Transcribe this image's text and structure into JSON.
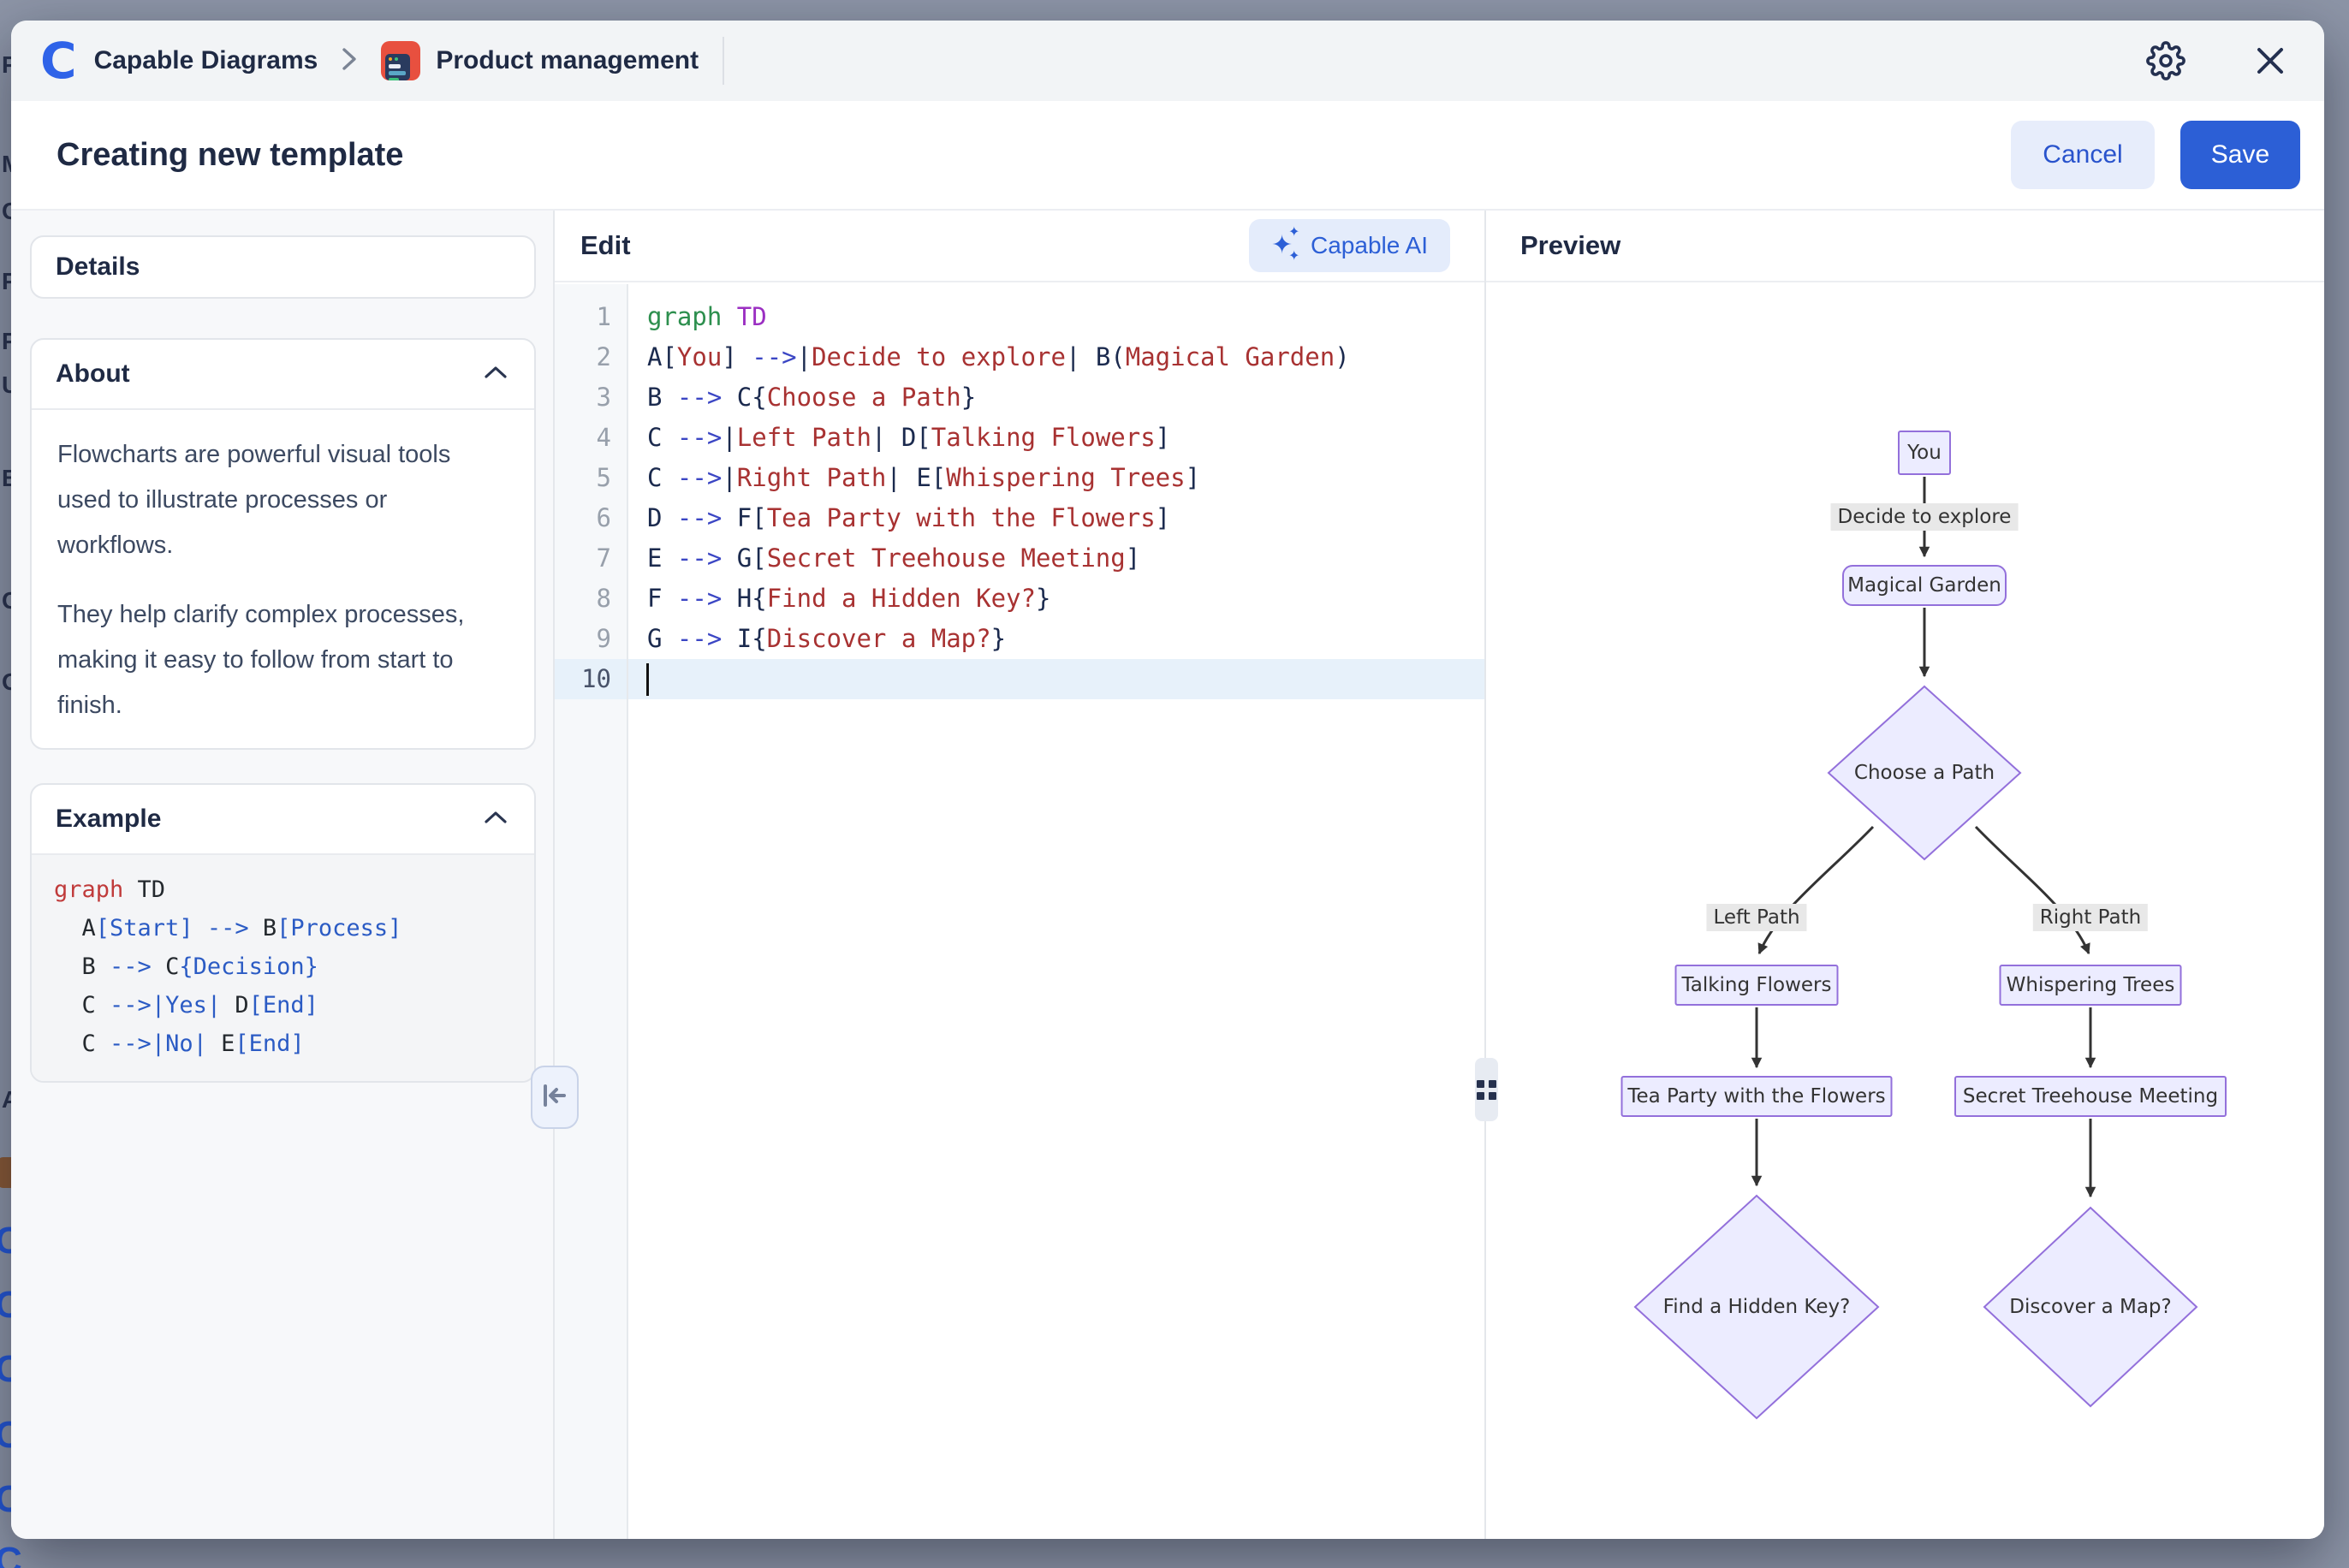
{
  "backdrop": {
    "fragments": [
      "Pr",
      "M",
      "Cl",
      "Pr",
      "Pr",
      "Ul",
      "By",
      "Ca",
      "O",
      "AF"
    ],
    "circles": [
      "C",
      "C",
      "C",
      "C",
      "C",
      "C"
    ]
  },
  "header": {
    "logo": "C",
    "app_name": "Capable Diagrams",
    "breadcrumb_item": "Product management"
  },
  "titlebar": {
    "title": "Creating new template",
    "cancel_label": "Cancel",
    "save_label": "Save"
  },
  "sidebar": {
    "details_title": "Details",
    "about": {
      "title": "About",
      "p1": "Flowcharts are powerful visual tools used to illustrate processes or workflows.",
      "p2": "They help clarify complex processes, making it easy to follow from start to finish."
    },
    "example": {
      "title": "Example",
      "code": [
        [
          [
            "graph",
            "kw"
          ],
          [
            " TD",
            "pl"
          ]
        ],
        [
          [
            "  A",
            "pl"
          ],
          [
            "[Start]",
            "bl"
          ],
          [
            " ",
            "pl"
          ],
          [
            "-->",
            "bl"
          ],
          [
            " B",
            "pl"
          ],
          [
            "[Process]",
            "bl"
          ]
        ],
        [
          [
            "  B ",
            "pl"
          ],
          [
            "-->",
            "bl"
          ],
          [
            " C",
            "pl"
          ],
          [
            "{Decision}",
            "bl"
          ]
        ],
        [
          [
            "  C ",
            "pl"
          ],
          [
            "-->",
            "bl"
          ],
          [
            "|Yes|",
            "bl"
          ],
          [
            " D",
            "pl"
          ],
          [
            "[End]",
            "bl"
          ]
        ],
        [
          [
            "  C ",
            "pl"
          ],
          [
            "-->",
            "bl"
          ],
          [
            "|No|",
            "bl"
          ],
          [
            " E",
            "pl"
          ],
          [
            "[End]",
            "bl"
          ]
        ]
      ]
    }
  },
  "editor": {
    "panel_title": "Edit",
    "ai_button": "Capable AI",
    "active_line": 10,
    "line_numbers": [
      1,
      2,
      3,
      4,
      5,
      6,
      7,
      8,
      9,
      10
    ],
    "lines": [
      [
        [
          "graph",
          "kw"
        ],
        [
          " ",
          "pl"
        ],
        [
          "TD",
          "ty"
        ]
      ],
      [
        [
          "A[",
          "id"
        ],
        [
          "You",
          "st"
        ],
        [
          "] ",
          "id"
        ],
        [
          "-->",
          "ar"
        ],
        [
          "|",
          "id"
        ],
        [
          "Decide to explore",
          "st"
        ],
        [
          "| ",
          "id"
        ],
        [
          "B(",
          "id"
        ],
        [
          "Magical Garden",
          "st"
        ],
        [
          ")",
          "id"
        ]
      ],
      [
        [
          "B ",
          "id"
        ],
        [
          "-->",
          "ar"
        ],
        [
          " C{",
          "id"
        ],
        [
          "Choose a Path",
          "st"
        ],
        [
          "}",
          "id"
        ]
      ],
      [
        [
          "C ",
          "id"
        ],
        [
          "-->",
          "ar"
        ],
        [
          "|",
          "id"
        ],
        [
          "Left Path",
          "st"
        ],
        [
          "| ",
          "id"
        ],
        [
          "D[",
          "id"
        ],
        [
          "Talking Flowers",
          "st"
        ],
        [
          "]",
          "id"
        ]
      ],
      [
        [
          "C ",
          "id"
        ],
        [
          "-->",
          "ar"
        ],
        [
          "|",
          "id"
        ],
        [
          "Right Path",
          "st"
        ],
        [
          "| ",
          "id"
        ],
        [
          "E[",
          "id"
        ],
        [
          "Whispering Trees",
          "st"
        ],
        [
          "]",
          "id"
        ]
      ],
      [
        [
          "D ",
          "id"
        ],
        [
          "-->",
          "ar"
        ],
        [
          " F[",
          "id"
        ],
        [
          "Tea Party with the Flowers",
          "st"
        ],
        [
          "]",
          "id"
        ]
      ],
      [
        [
          "E ",
          "id"
        ],
        [
          "-->",
          "ar"
        ],
        [
          " G[",
          "id"
        ],
        [
          "Secret Treehouse Meeting",
          "st"
        ],
        [
          "]",
          "id"
        ]
      ],
      [
        [
          "F ",
          "id"
        ],
        [
          "-->",
          "ar"
        ],
        [
          " H{",
          "id"
        ],
        [
          "Find a Hidden Key?",
          "st"
        ],
        [
          "}",
          "id"
        ]
      ],
      [
        [
          "G ",
          "id"
        ],
        [
          "-->",
          "ar"
        ],
        [
          " I{",
          "id"
        ],
        [
          "Discover a Map?",
          "st"
        ],
        [
          "}",
          "id"
        ]
      ],
      []
    ]
  },
  "preview": {
    "panel_title": "Preview",
    "nodes": {
      "you": "You",
      "magical_garden": "Magical Garden",
      "choose_path": "Choose a Path",
      "talking_flowers": "Talking Flowers",
      "whispering_trees": "Whispering Trees",
      "tea_party": "Tea Party with the Flowers",
      "secret_meeting": "Secret Treehouse Meeting",
      "hidden_key": "Find a Hidden Key?",
      "discover_map": "Discover a Map?"
    },
    "edge_labels": {
      "decide": "Decide to explore",
      "left": "Left Path",
      "right": "Right Path"
    }
  },
  "colors": {
    "accent_blue": "#2c5fd6",
    "node_fill": "#ececff",
    "node_border": "#9370db",
    "edge": "#333333",
    "edge_label_bg": "#e8e8e8"
  }
}
